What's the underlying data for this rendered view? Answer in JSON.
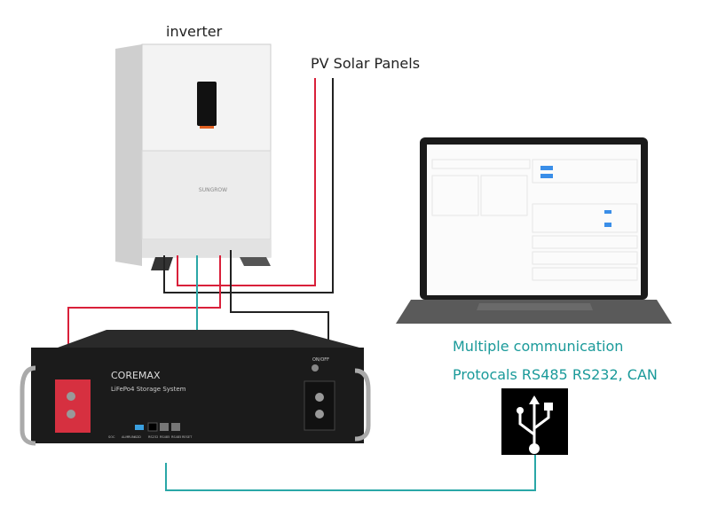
{
  "labels": {
    "inverter": "inverter",
    "pv": "PV Solar Panels",
    "comm_line1": "Multiple communication",
    "comm_line2": "Protocals RS485 RS232, CAN"
  },
  "inverter": {
    "brand": "SUNGROW"
  },
  "battery": {
    "brand": "COREMAX",
    "model": "LiFePo4 Storage System",
    "switch": "ON/OFF",
    "ports": [
      "SOC",
      "ALM",
      "RUN",
      "ADD",
      "RS232",
      "RS485",
      "RS485",
      "RESET"
    ]
  },
  "colors": {
    "dc_positive": "#d9203a",
    "dc_negative": "#222222",
    "comm": "#2aa7a7",
    "label_teal": "#1a9a9a"
  },
  "icons": {
    "usb": "usb-icon"
  }
}
